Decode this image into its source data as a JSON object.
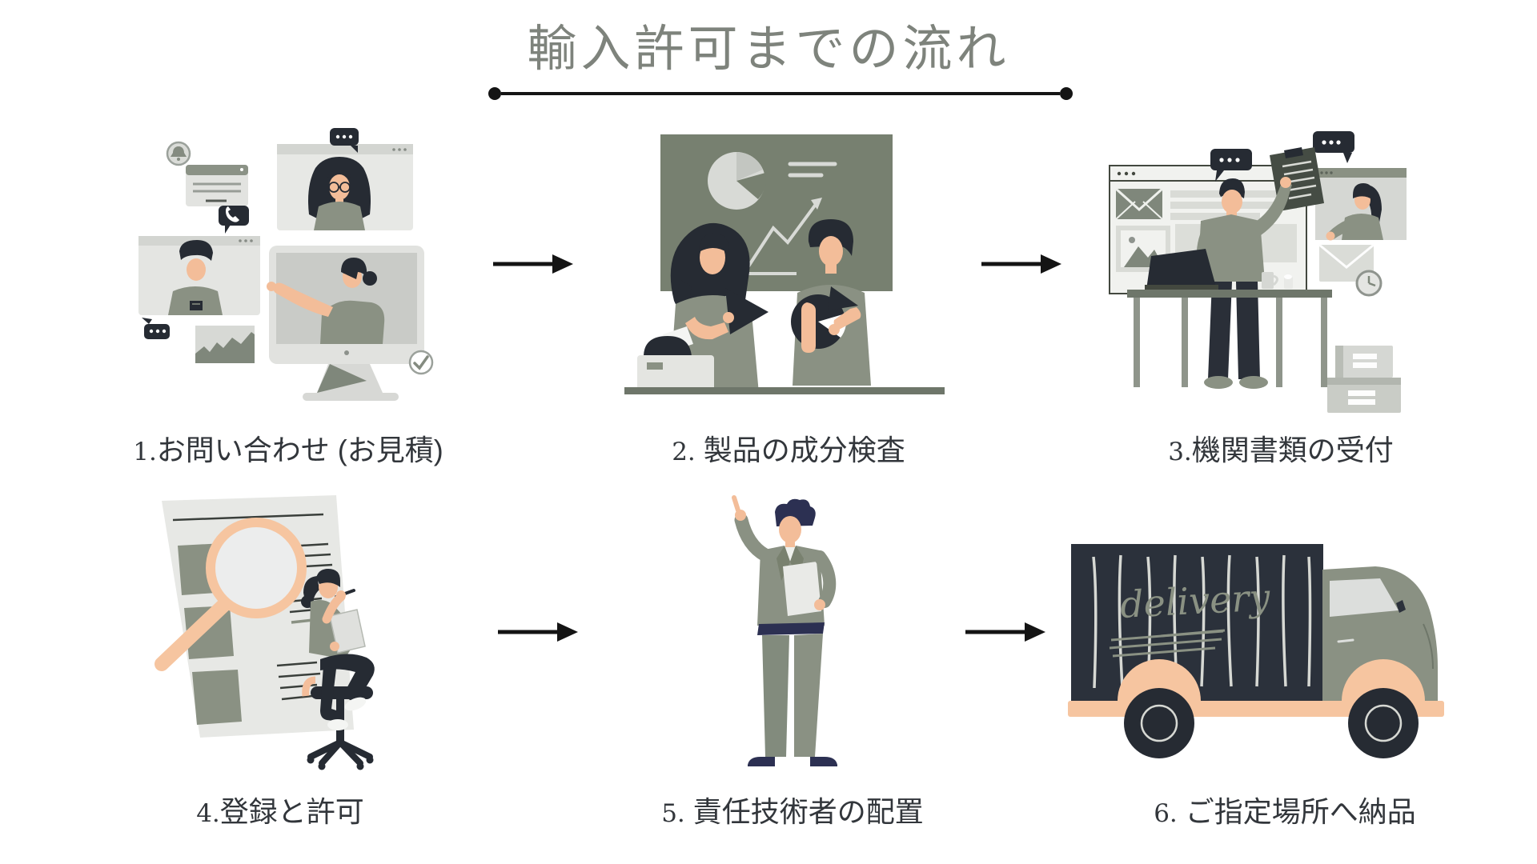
{
  "title": "輸入許可までの流れ",
  "steps": [
    {
      "number": "1.",
      "label": "お問い合わせ (お見積)",
      "illustration": "online-inquiry-video-call"
    },
    {
      "number": "2.",
      "label": " 製品の成分検査",
      "illustration": "product-component-inspection"
    },
    {
      "number": "3.",
      "label": "機関書類の受付",
      "illustration": "agency-document-reception"
    },
    {
      "number": "4.",
      "label": "登録と許可",
      "illustration": "registration-and-permit"
    },
    {
      "number": "5.",
      "label": " 責任技術者の配置",
      "illustration": "responsible-engineer-assignment"
    },
    {
      "number": "6.",
      "label": " ご指定場所へ納品",
      "illustration": "delivery-to-designated-place"
    },
    {
      "number": "",
      "label": ""
    }
  ],
  "truck": {
    "text": "delivery"
  },
  "colors": {
    "background": "#FFFFFF",
    "title": "#7E837C",
    "label": "#32363B",
    "arrow": "#141414",
    "sage": "#8A9183",
    "sage-dark": "#778070",
    "dark": "#262B33",
    "navy": "#2C3052",
    "peach": "#F3BD99",
    "peach-light": "#F6C5A0",
    "light-gray": "#E4E5E2",
    "mid-gray": "#CFD1CD"
  }
}
